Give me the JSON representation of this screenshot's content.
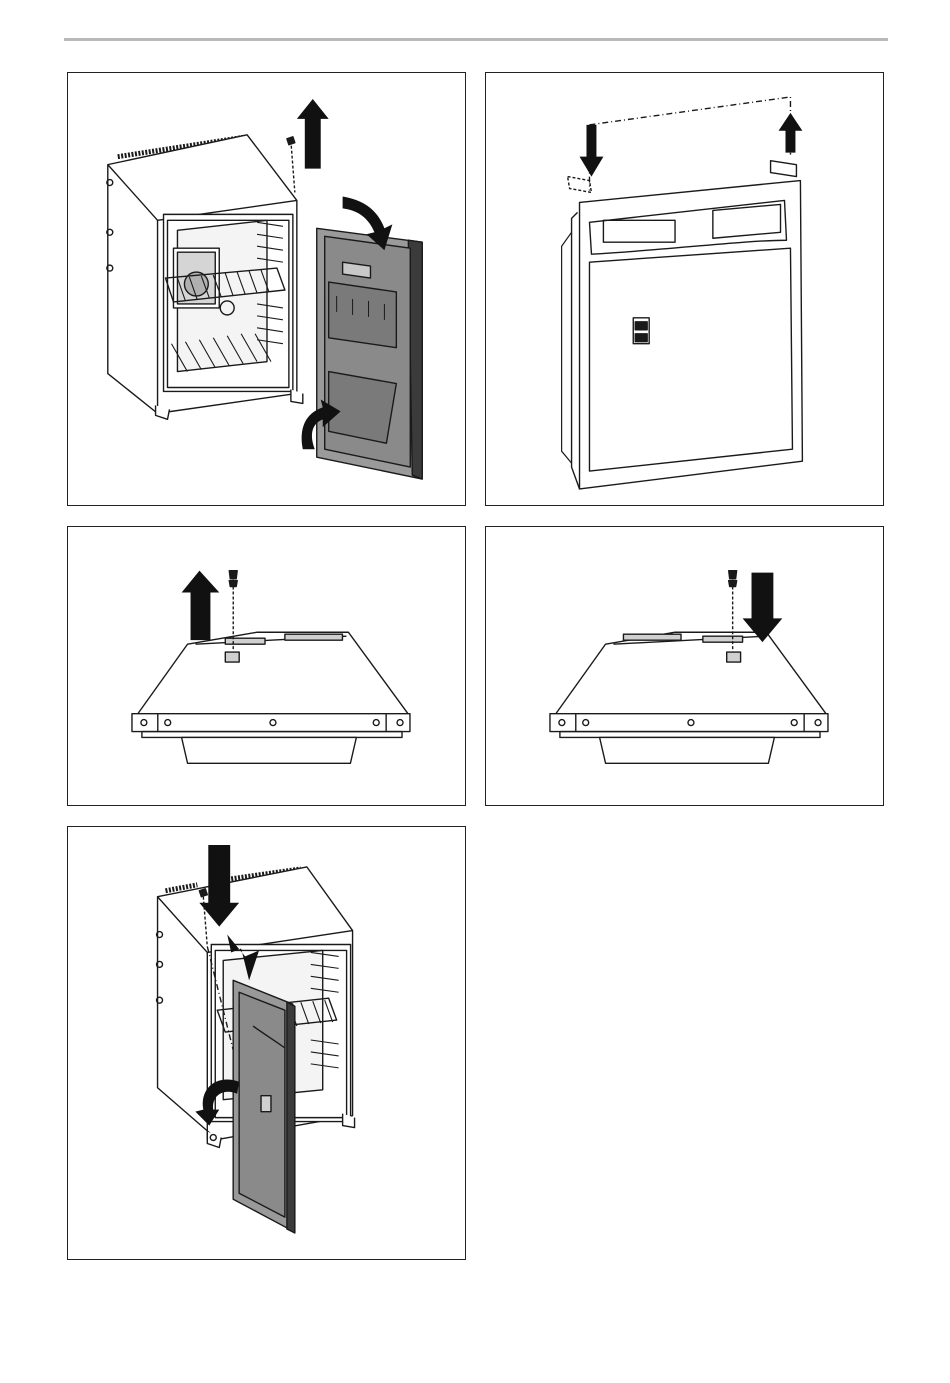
{
  "document": {
    "header_rule": true,
    "figures": [
      {
        "icon": "fridge-door-removal-illustration",
        "arrows": [
          "up",
          "swing-right",
          "curved-up"
        ]
      },
      {
        "icon": "door-hinge-swap-illustration",
        "arrows": [
          "down",
          "up"
        ]
      },
      {
        "icon": "top-hinge-removal-illustration",
        "arrows": [
          "up"
        ]
      },
      {
        "icon": "top-hinge-mounting-illustration",
        "arrows": [
          "down"
        ]
      },
      {
        "icon": "fridge-door-mounting-illustration",
        "arrows": [
          "down",
          "up",
          "curved-left"
        ]
      }
    ]
  },
  "colors": {
    "line": "#1a1a1a",
    "door_fill": "#8c8c8c",
    "arrow_fill": "#111111",
    "rule": "#b9b9b9"
  }
}
